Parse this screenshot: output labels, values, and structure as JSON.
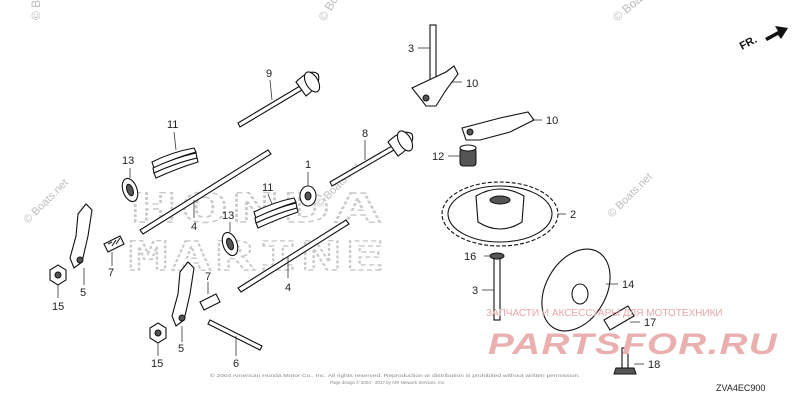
{
  "watermarks": {
    "copyright": "© Boats.net",
    "honda_line1": "HONDA",
    "honda_line2": "MARINE"
  },
  "front_indicator": "FR.",
  "diagram_code": "ZVA4EC900",
  "fine_print": {
    "line1": "© 2004 American Honda Motor Co., Inc. All rights reserved. Reproduction or distribution is prohibited without written permission.",
    "line2": "Page design © 2004 - 2017 by ARI Network Services, Inc."
  },
  "shop_watermark": {
    "line1": "ЗАПЧАСТИ И АКСЕССУАРЫ ДЛЯ МОТОТЕХНИКИ",
    "line2": "PARTSFOR.RU"
  },
  "callouts": [
    {
      "id": "c1",
      "text": "1"
    },
    {
      "id": "c2",
      "text": "2"
    },
    {
      "id": "c3a",
      "text": "3"
    },
    {
      "id": "c3b",
      "text": "3"
    },
    {
      "id": "c4a",
      "text": "4"
    },
    {
      "id": "c4b",
      "text": "4"
    },
    {
      "id": "c5a",
      "text": "5"
    },
    {
      "id": "c5b",
      "text": "5"
    },
    {
      "id": "c6",
      "text": "6"
    },
    {
      "id": "c7a",
      "text": "7"
    },
    {
      "id": "c7b",
      "text": "7"
    },
    {
      "id": "c8",
      "text": "8"
    },
    {
      "id": "c9",
      "text": "9"
    },
    {
      "id": "c10a",
      "text": "10"
    },
    {
      "id": "c10b",
      "text": "10"
    },
    {
      "id": "c11a",
      "text": "11"
    },
    {
      "id": "c11b",
      "text": "11"
    },
    {
      "id": "c12",
      "text": "12"
    },
    {
      "id": "c13a",
      "text": "13"
    },
    {
      "id": "c13b",
      "text": "13"
    },
    {
      "id": "c14",
      "text": "14"
    },
    {
      "id": "c15a",
      "text": "15"
    },
    {
      "id": "c15b",
      "text": "15"
    },
    {
      "id": "c16",
      "text": "16"
    },
    {
      "id": "c17",
      "text": "17"
    },
    {
      "id": "c18",
      "text": "18"
    }
  ]
}
